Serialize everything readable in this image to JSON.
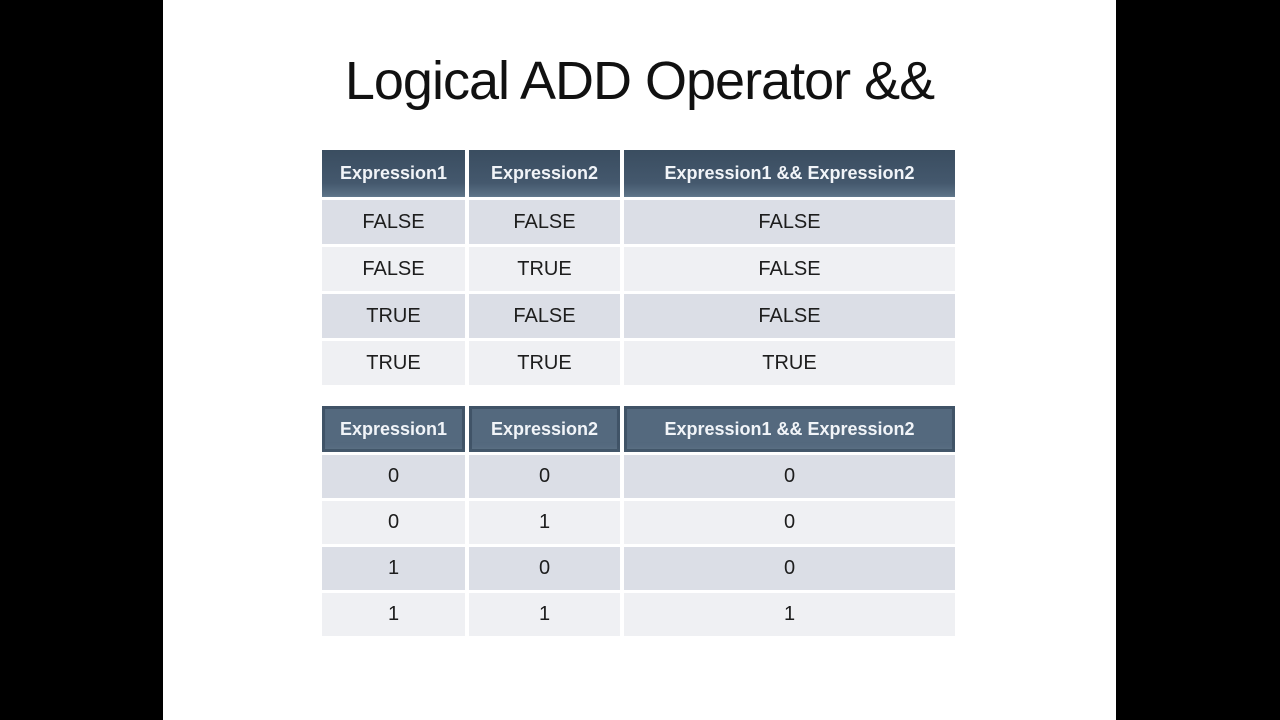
{
  "slide": {
    "title": "Logical ADD Operator &&"
  },
  "colors": {
    "letterbox": "#000000",
    "slide_background": "#ffffff",
    "header_bg": "#44586d",
    "header_bg_table2": "#54697e",
    "header_text": "#f1f4f8",
    "row_band_dark": "#dbdee6",
    "row_band_light": "#eff0f3",
    "cell_text": "#1d1d1d",
    "title_text": "#111111"
  },
  "tables": [
    {
      "name": "boolean-truth-table",
      "headers": [
        "Expression1",
        "Expression2",
        "Expression1 && Expression2"
      ],
      "rows": [
        [
          "FALSE",
          "FALSE",
          "FALSE"
        ],
        [
          "FALSE",
          "TRUE",
          "FALSE"
        ],
        [
          "TRUE",
          "FALSE",
          "FALSE"
        ],
        [
          "TRUE",
          "TRUE",
          "TRUE"
        ]
      ]
    },
    {
      "name": "binary-truth-table",
      "headers": [
        "Expression1",
        "Expression2",
        "Expression1 && Expression2"
      ],
      "rows": [
        [
          "0",
          "0",
          "0"
        ],
        [
          "0",
          "1",
          "0"
        ],
        [
          "1",
          "0",
          "0"
        ],
        [
          "1",
          "1",
          "1"
        ]
      ]
    }
  ]
}
